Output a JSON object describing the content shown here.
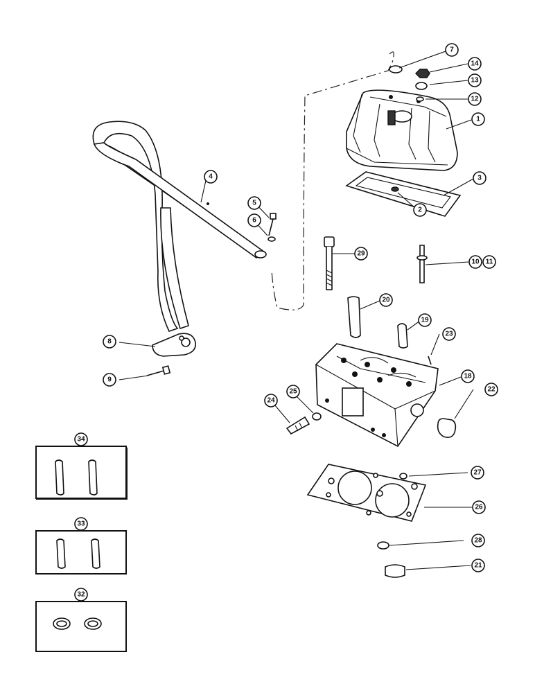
{
  "callouts": {
    "c1": "1",
    "c2": "2",
    "c3": "3",
    "c4": "4",
    "c5": "5",
    "c6": "6",
    "c7": "7",
    "c8": "8",
    "c9": "9",
    "c10": "10",
    "c11": "11",
    "c12": "12",
    "c13": "13",
    "c14": "14",
    "c18": "18",
    "c19": "19",
    "c20": "20",
    "c21": "21",
    "c22": "22",
    "c23": "23",
    "c24": "24",
    "c25": "25",
    "c26": "26",
    "c27": "27",
    "c28": "28",
    "c29": "29",
    "c32": "32",
    "c33": "33",
    "c34": "34"
  }
}
